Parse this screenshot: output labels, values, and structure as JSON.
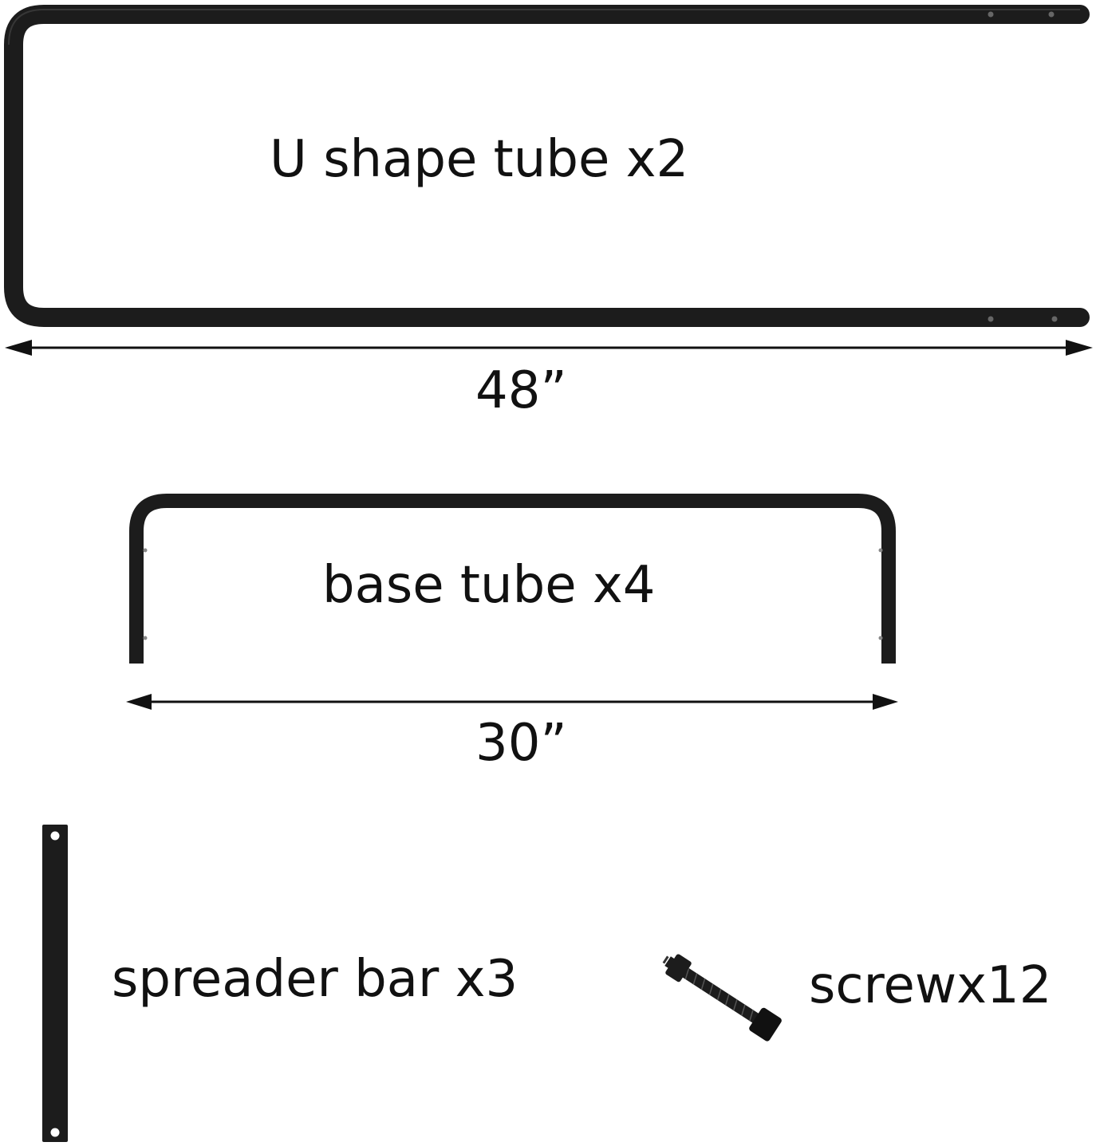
{
  "parts": [
    {
      "id": "u-shape-tube",
      "label": "U shape tube x2",
      "dimension": "48”"
    },
    {
      "id": "base-tube",
      "label": "base tube x4",
      "dimension": "30”"
    },
    {
      "id": "spreader-bar",
      "label": "spreader bar x3"
    },
    {
      "id": "screw",
      "label": "screwx12"
    }
  ],
  "colors": {
    "part": "#1c1c1c",
    "dimension_line": "#111111",
    "background": "#ffffff"
  }
}
